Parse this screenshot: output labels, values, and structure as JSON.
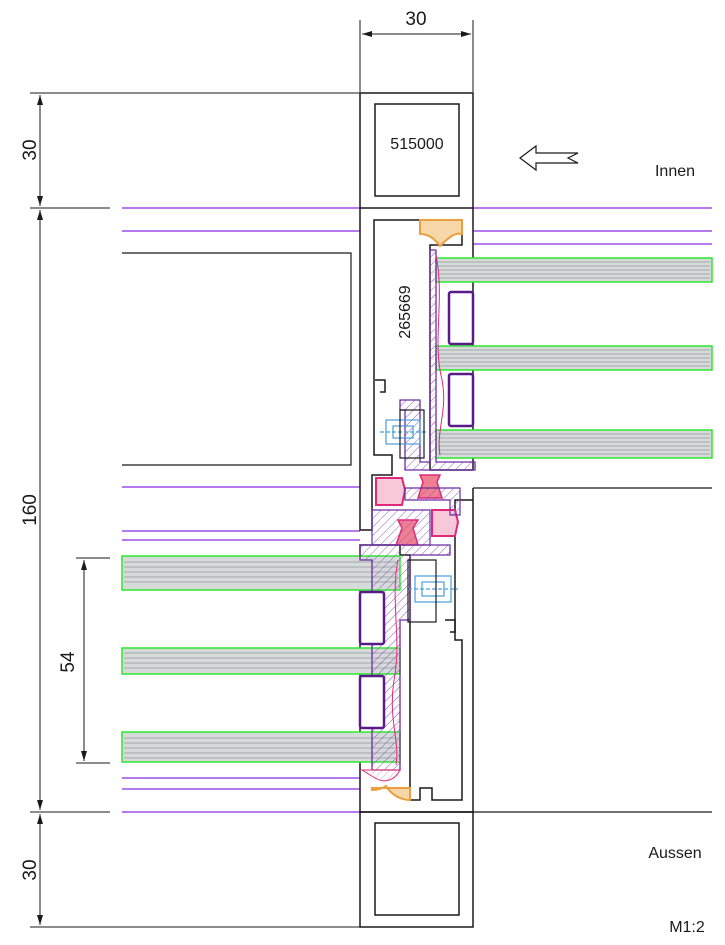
{
  "dimensions": {
    "top_width": "30",
    "top_height": "30",
    "middle_height": "160",
    "glass_thickness": "54",
    "bottom_height": "30"
  },
  "labels": {
    "inside": "Innen",
    "outside": "Aussen",
    "scale": "M1:2"
  },
  "parts": {
    "top_profile": "515000",
    "sash_profile": "265669"
  },
  "colors": {
    "outline": "#1a1a1a",
    "glass_line": "#2ee82e",
    "glass_fill": "#9aa0a0",
    "context_line": "#8a2be2",
    "profile_line": "#6a2ca0",
    "gasket": "#e0287a",
    "thermal_break": "#e8a040",
    "fitting": "#4a9fd8",
    "insulation": "#f0a0a0"
  }
}
